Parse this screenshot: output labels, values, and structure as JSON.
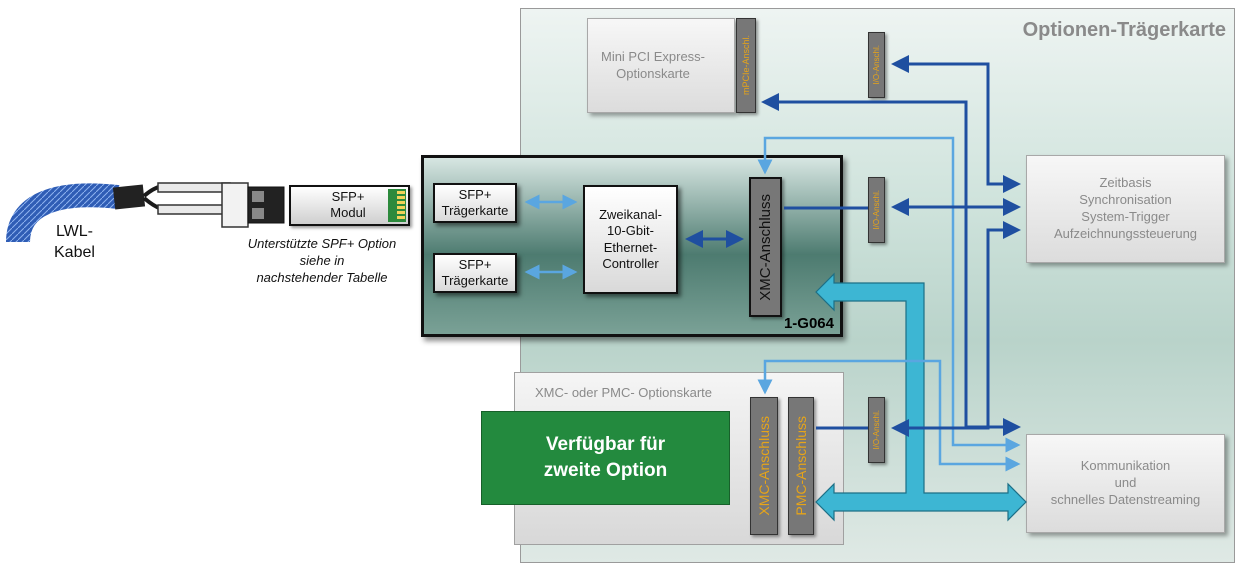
{
  "carrier": {
    "title": "Optionen-Trägerkarte"
  },
  "mini_pcie": {
    "label": "Mini PCI Express-\nOptionskarte",
    "connector": "mPCIe-Anschl."
  },
  "io_label": "I/O-Anschl.",
  "timebase": {
    "label": "Zeitbasis\nSynchronisation\nSystem-Trigger\nAufzeichnungssteuerung"
  },
  "communication": {
    "label": "Kommunikation\nund\nschnelles Datenstreaming"
  },
  "board": {
    "id": "1-G064",
    "sfp_carrier_top": "SFP+\nTrägerkarte",
    "sfp_carrier_bottom": "SFP+\nTrägerkarte",
    "controller": "Zweikanal-\n10-Gbit-\nEthernet-\nController",
    "xmc_connector": "XMC-Anschluss"
  },
  "option_card": {
    "title": "XMC- oder PMC- Optionskarte",
    "xmc_connector": "XMC-Anschluss",
    "pmc_connector": "PMC-Anschluss",
    "placeholder": "Verfügbar für\nzweite Option"
  },
  "sfp_module": {
    "label": "SFP+\nModul"
  },
  "cable": {
    "label": "LWL-\nKabel"
  },
  "sfp_note": "Unterstützte SPF+ Option\nsiehe in\nnachstehender Tabelle",
  "colors": {
    "dark_blue": "#1f4fa0",
    "light_blue": "#5aa6e0",
    "cyan": "#3db6d3",
    "green": "#238a3e",
    "orange": "#e6a419"
  }
}
